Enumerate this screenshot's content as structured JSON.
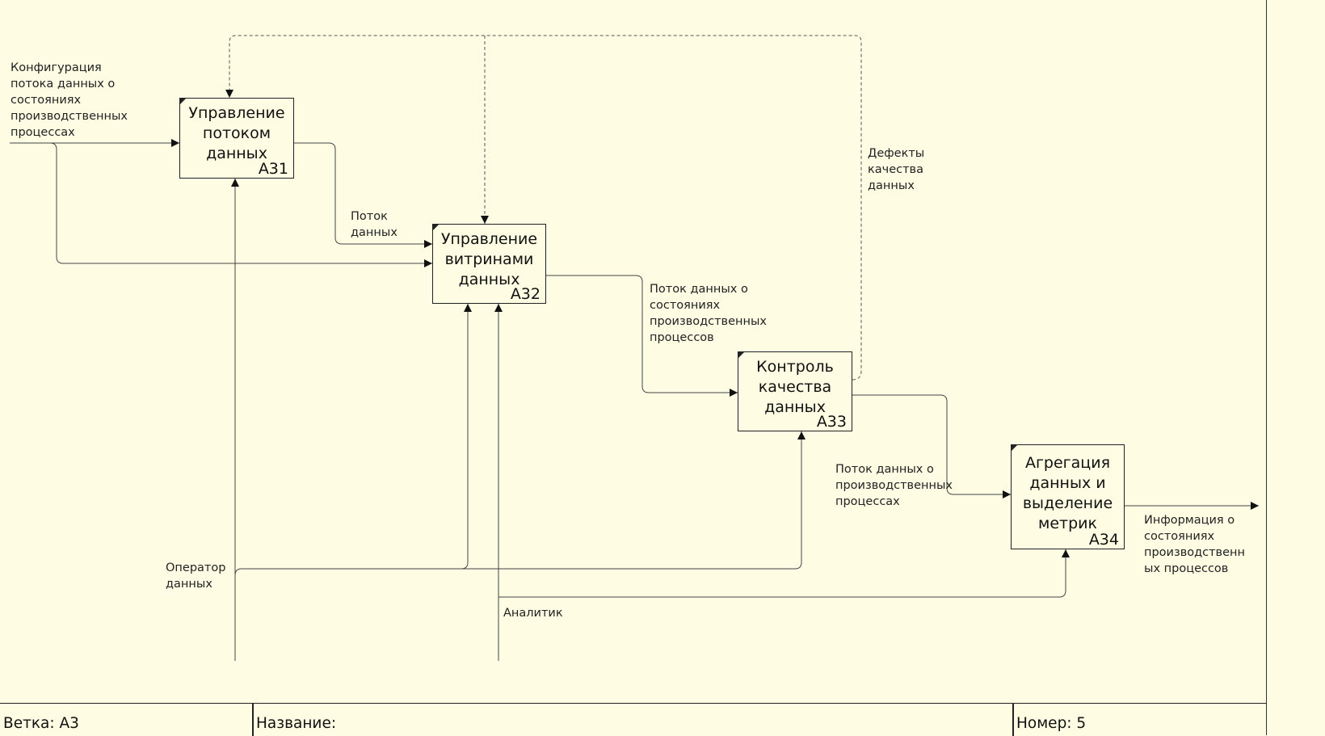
{
  "boxes": [
    {
      "title": "Управление\nпотоком\nданных",
      "num": "A31"
    },
    {
      "title": "Управление\nвитринами\nданных",
      "num": "A32"
    },
    {
      "title": "Контроль\nкачества\nданных",
      "num": "A33"
    },
    {
      "title": "Агрегация\nданных и\nвыделение\nметрик",
      "num": "A34"
    }
  ],
  "labels": {
    "config": "Конфигурация\nпотока данных о\nсостояниях\nпроизводственных\nпроцессах",
    "flow": "Поток\nданных",
    "flow_states": "Поток данных о\nсостояниях\nпроизводственных\nпроцессов",
    "defects": "Дефекты\nкачества\nданных",
    "flow_processes": "Поток данных о\nпроизводственных\nпроцессах",
    "info": "Информация о\nсостояниях\nпроизводственн\nых процессов",
    "operator": "Оператор\nданных",
    "analyst": "Аналитик"
  },
  "footer": {
    "branch": "Ветка: A3",
    "name": "Название:",
    "number": "Номер: 5"
  }
}
